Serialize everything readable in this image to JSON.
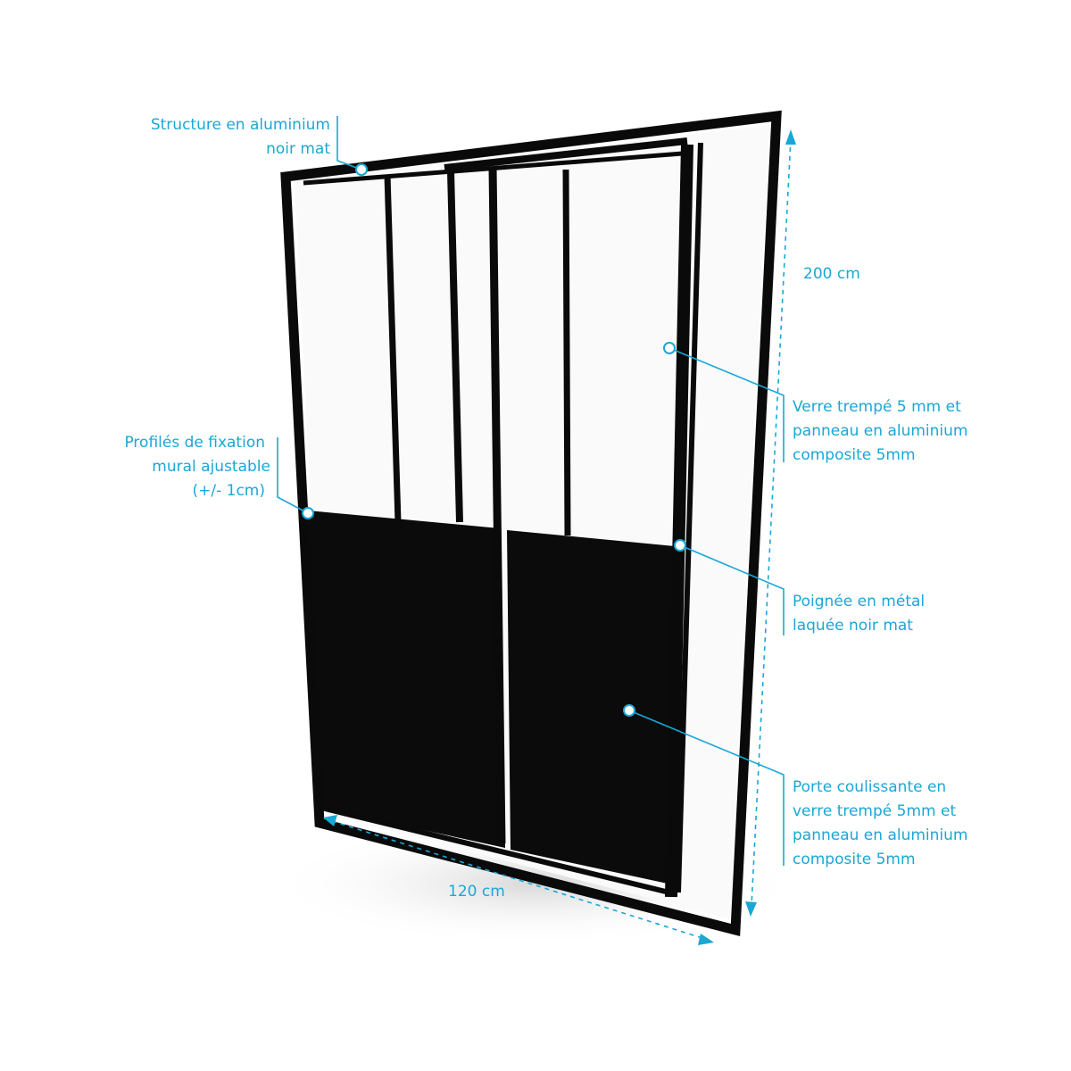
{
  "colors": {
    "accent": "#1aa7d6",
    "frame": "#0a0a0a"
  },
  "labels": {
    "structure": [
      "Structure en aluminium",
      "noir mat"
    ],
    "profiles": [
      "Profilés de fixation",
      "mural ajustable",
      "(+/- 1cm)"
    ],
    "glass": [
      "Verre trempé 5 mm et",
      "panneau en aluminium",
      "composite 5mm"
    ],
    "handle": [
      "Poignée en métal",
      "laquée noir mat"
    ],
    "door": [
      "Porte coulissante en",
      "verre trempé 5mm et",
      "panneau en aluminium",
      "composite 5mm"
    ]
  },
  "dimensions": {
    "height": "200 cm",
    "width": "120 cm"
  }
}
